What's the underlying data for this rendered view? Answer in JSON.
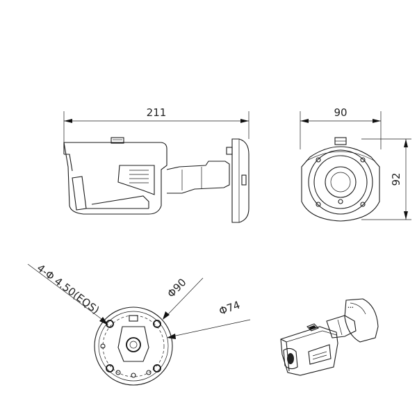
{
  "drawing": {
    "side_view": {
      "width_label": "211"
    },
    "front_view": {
      "width_label": "90",
      "height_label": "92"
    },
    "base_view": {
      "holes_label": "4-Φ 4.50(EQS)",
      "outer_dia_label": "Φ90",
      "inner_dia_label": "Φ74"
    }
  }
}
